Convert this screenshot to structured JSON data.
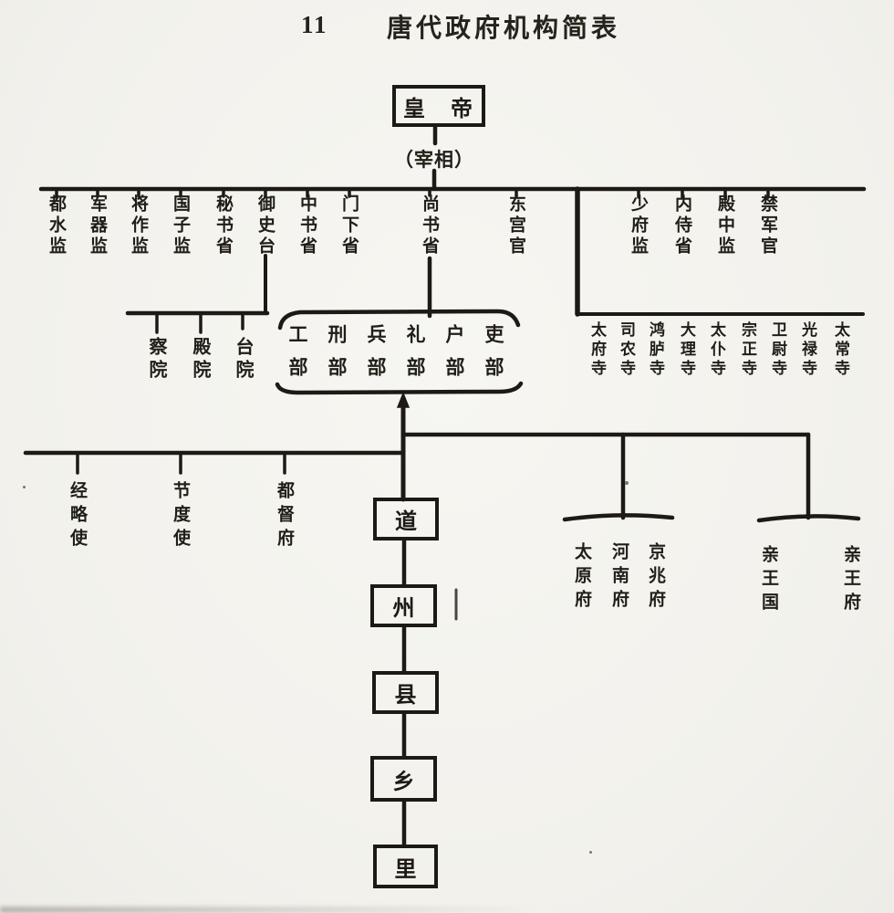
{
  "title": {
    "number": "11",
    "text": "唐代政府机构简表"
  },
  "nodes": {
    "emperor": "皇　帝",
    "chancellor": "（宰相）"
  },
  "central_agencies": [
    "都水监",
    "军器监",
    "将作监",
    "国子监",
    "秘书省",
    "御史台",
    "中书省",
    "门下省",
    "尚书省",
    "东宫官",
    "少府监",
    "内侍省",
    "殿中监",
    "禁军官"
  ],
  "censorate_courts": [
    "察院",
    "殿院",
    "台院"
  ],
  "six_ministries": [
    "工部",
    "刑部",
    "兵部",
    "礼部",
    "户部",
    "吏部"
  ],
  "nine_courts": [
    "太府寺",
    "司农寺",
    "鸿胪寺",
    "大理寺",
    "太仆寺",
    "宗正寺",
    "卫尉寺",
    "光禄寺",
    "太常寺"
  ],
  "regional_commissioners": [
    "经略使",
    "节度使",
    "都督府"
  ],
  "capital_prefectures": [
    "太原府",
    "河南府",
    "京兆府"
  ],
  "princely_establishments": [
    "亲王国",
    "亲王府"
  ],
  "local_levels": [
    "道",
    "州",
    "县",
    "乡",
    "里"
  ],
  "colors": {
    "ink": "#1d1a15",
    "paper": "#f4f3ef"
  }
}
